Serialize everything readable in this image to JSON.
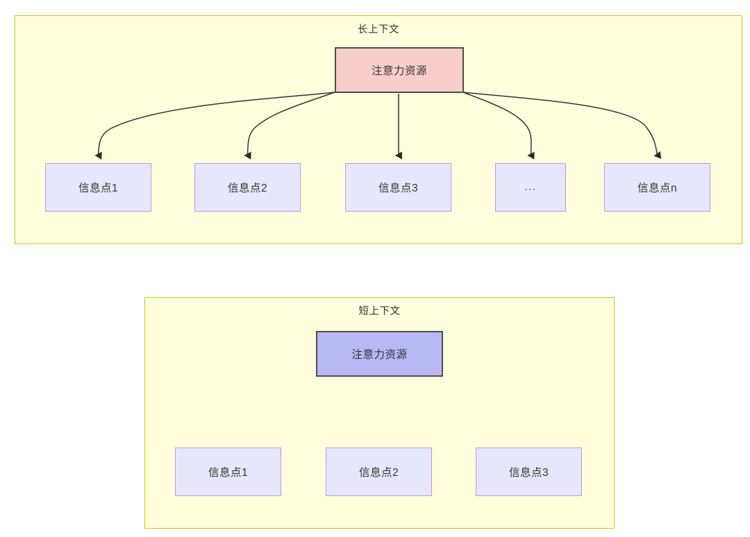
{
  "diagram": {
    "title": "",
    "colors": {
      "group_fill": "#ffffdd",
      "group_border": "#c6c620",
      "root_long_fill": "#f8cecc",
      "root_short_fill": "#b8b8f5",
      "root_border": "#4d4d4d",
      "leaf_fill": "#e6e6fc",
      "leaf_border": "#b69ae8",
      "edge_stroke": "#333333",
      "text": "#333333",
      "page_background": "#ffffff"
    },
    "groups": [
      {
        "id": "long-context",
        "title": "长上下文",
        "root": {
          "label": "注意力资源",
          "style": "pink"
        },
        "leaves": [
          {
            "label": "信息点1"
          },
          {
            "label": "信息点2"
          },
          {
            "label": "信息点3"
          },
          {
            "label": "..."
          },
          {
            "label": "信息点n"
          }
        ]
      },
      {
        "id": "short-context",
        "title": "短上下文",
        "root": {
          "label": "注意力资源",
          "style": "blue"
        },
        "leaves": [
          {
            "label": "信息点1"
          },
          {
            "label": "信息点2"
          },
          {
            "label": "信息点3"
          }
        ]
      }
    ]
  }
}
